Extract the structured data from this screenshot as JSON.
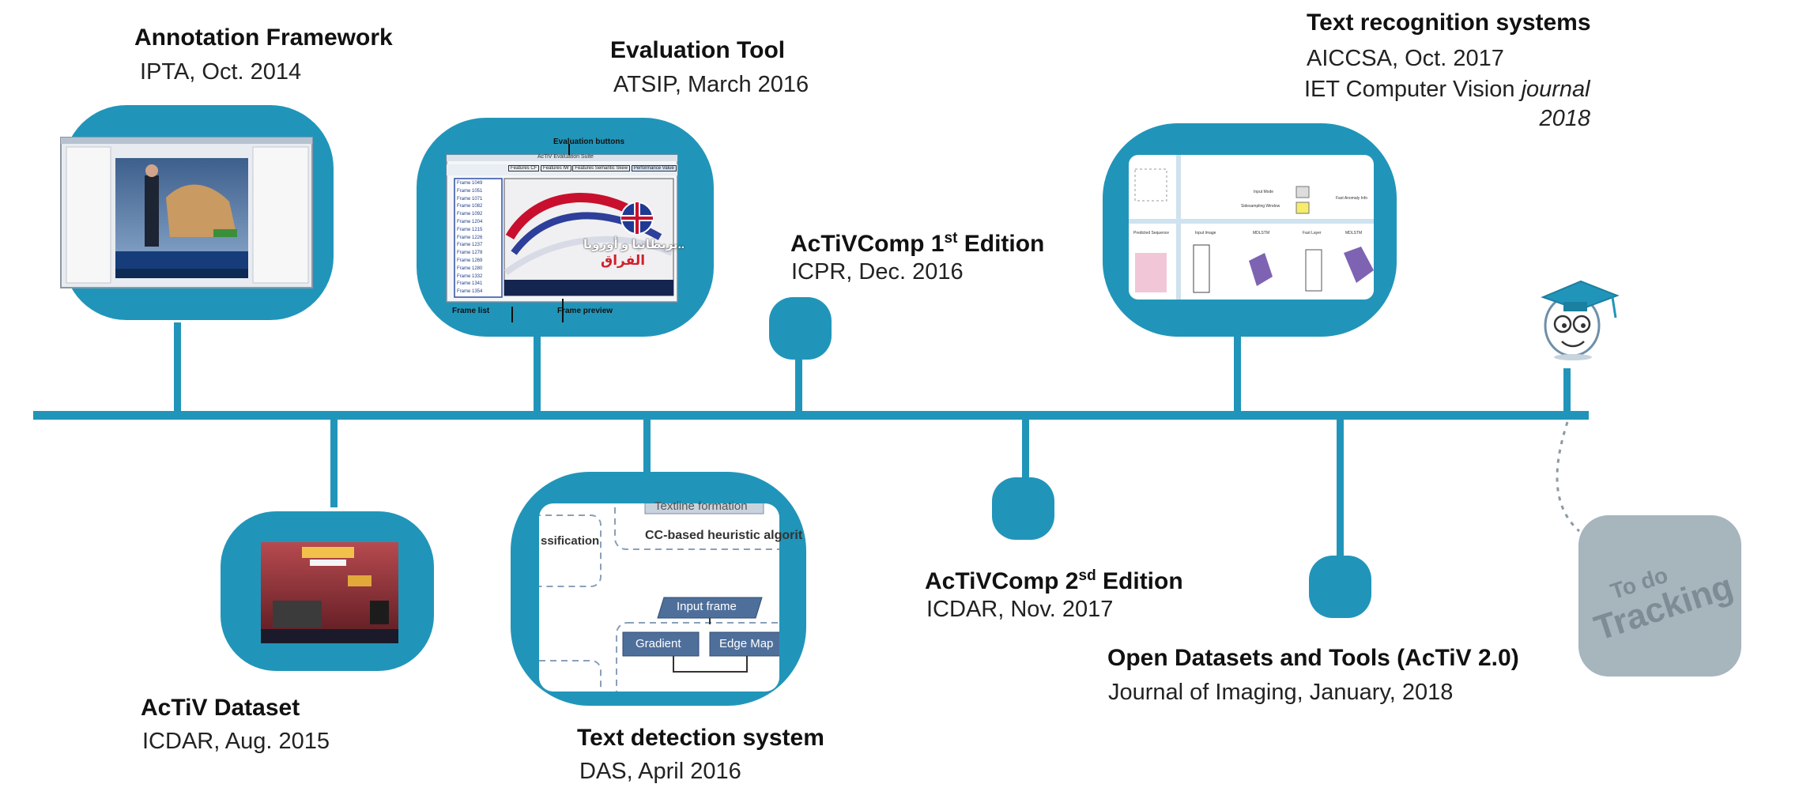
{
  "colors": {
    "accent": "#2195b9",
    "accent_dark": "#1b7fa0",
    "todo_bg": "#a7b5bd",
    "todo_text": "#7d8d96"
  },
  "events": {
    "annotation": {
      "title": "Annotation Framework",
      "venue": "IPTA, Oct. 2014"
    },
    "dataset": {
      "title": "AcTiV Dataset",
      "venue": "ICDAR, Aug. 2015"
    },
    "evaluation": {
      "title": "Evaluation Tool",
      "venue": "ATSIP, March 2016",
      "screenshot": {
        "top_label": "Evaluation buttons",
        "window_title": "AcTiV Evaluation Suite",
        "buttons": [
          "Features CF",
          "Features IW",
          "Features Semantic Skew",
          "Performance Value"
        ],
        "frames": [
          "Frame 1049",
          "Frame 1051",
          "Frame 1071",
          "Frame 1082",
          "Frame 1092",
          "Frame 1204",
          "Frame 1215",
          "Frame 1226",
          "Frame 1237",
          "Frame 1278",
          "Frame 1269",
          "Frame 1280",
          "Frame 1332",
          "Frame 1341",
          "Frame 1354"
        ],
        "arabic_1": "بريطانيا و أوروبا..",
        "arabic_2": "الفراق",
        "left_label": "Frame list",
        "right_label": "Frame preview"
      }
    },
    "detection": {
      "title": "Text detection system",
      "venue": "DAS, April 2016",
      "screenshot": {
        "box_top": "Textline formation",
        "classification": "ssification",
        "heuristic": "CC-based heuristic algorit",
        "input_frame": "Input frame",
        "gradient": "Gradient",
        "edge_map": "Edge Map"
      }
    },
    "comp1": {
      "title": "AcTiVComp 1",
      "sup": "st",
      "title_rest": " Edition",
      "venue": "ICPR, Dec. 2016"
    },
    "comp2": {
      "title": "AcTiVComp 2",
      "sup": "sd",
      "title_rest": " Edition",
      "venue": "ICDAR, Nov. 2017"
    },
    "recognition": {
      "title": "Text recognition systems",
      "venue": "AICCSA, Oct. 2017",
      "venue2_prefix": "IET Computer Vision ",
      "venue2_italic": "journal",
      "venue2_year": "2018",
      "screenshot": {
        "l1": "Input Mode",
        "l2": "Sidesampling Window",
        "l3": "Fast Anomaly Info",
        "l4": "Predicted Sequence",
        "l5": "Input Image",
        "l6": "MDLSTM",
        "l7": "Fast Layer",
        "l8": "MDLSTM"
      }
    },
    "open": {
      "title": "Open Datasets and Tools (AcTiV 2.0)",
      "venue": "Journal of Imaging, January, 2018"
    }
  },
  "future": {
    "to_do": "To do",
    "tracking": "Tracking",
    "icon": "graduate-smiley-icon"
  }
}
